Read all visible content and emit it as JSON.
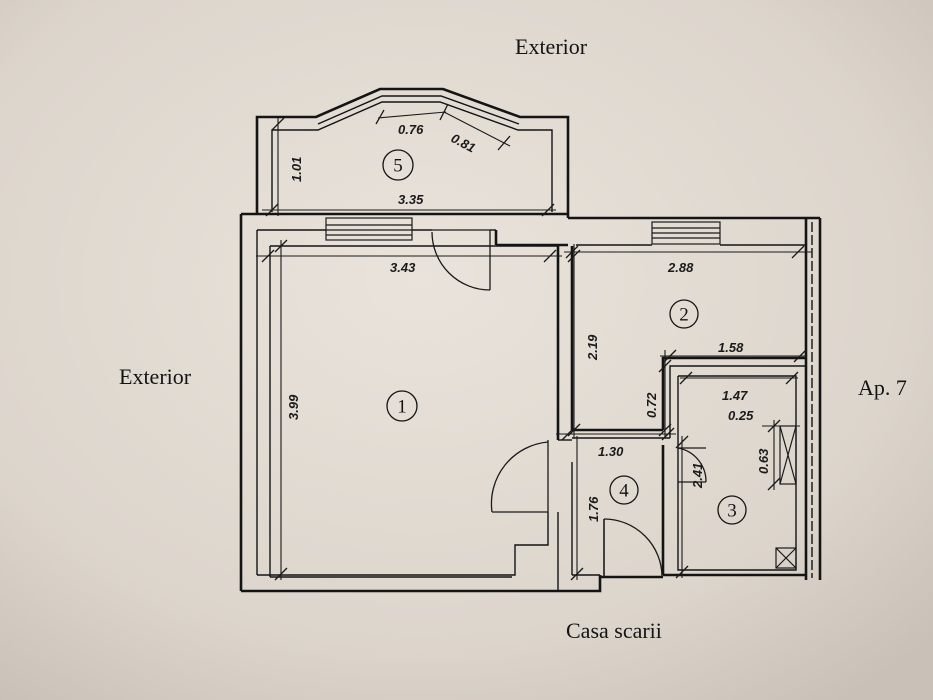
{
  "labels": {
    "top": "Exterior",
    "left": "Exterior",
    "right": "Ap. 7",
    "bottom": "Casa scarii"
  },
  "rooms": [
    "1",
    "2",
    "3",
    "4",
    "5"
  ],
  "dimensions": {
    "balcony_width": "3.35",
    "balcony_depth": "1.01",
    "bay_segment_a": "0.76",
    "bay_segment_b": "0.81",
    "room1_width": "3.43",
    "room1_length": "3.99",
    "room2_width": "2.88",
    "room2_depth": "2.19",
    "hall_offset": "1.58",
    "wall_segment": "0.72",
    "bath_width": "1.47",
    "bath_niche": "0.25",
    "bath_niche_depth": "0.63",
    "bath_length": "2.41",
    "hall_width": "1.30",
    "hall_length": "1.76"
  }
}
